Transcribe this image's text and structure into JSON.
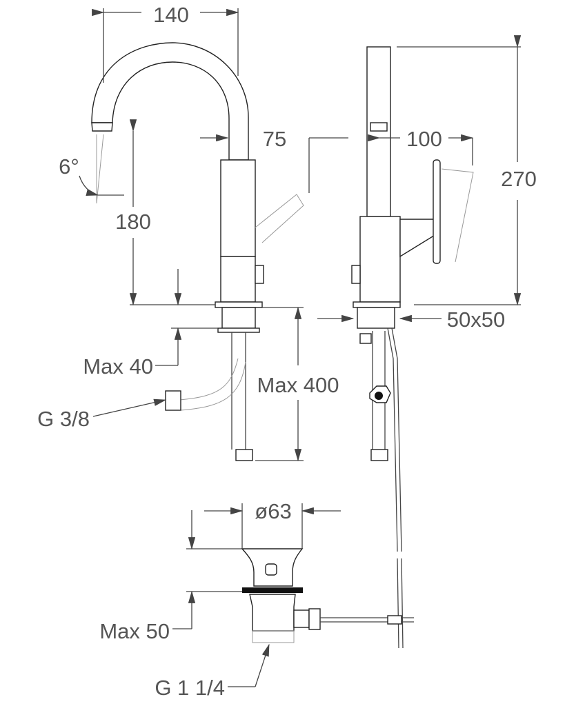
{
  "dimensions": {
    "spout_reach": "140",
    "lever_offset_front": "75",
    "lever_offset_side": "100",
    "total_height": "270",
    "spout_angle": "6°",
    "spout_height": "180",
    "base_size": "50x50",
    "max_deck_thickness": "Max 40",
    "max_hose_length": "Max 400",
    "hose_thread": "G 3/8",
    "waste_diameter": "ø63",
    "max_basin_thickness": "Max 50",
    "waste_thread": "G 1 1/4"
  }
}
